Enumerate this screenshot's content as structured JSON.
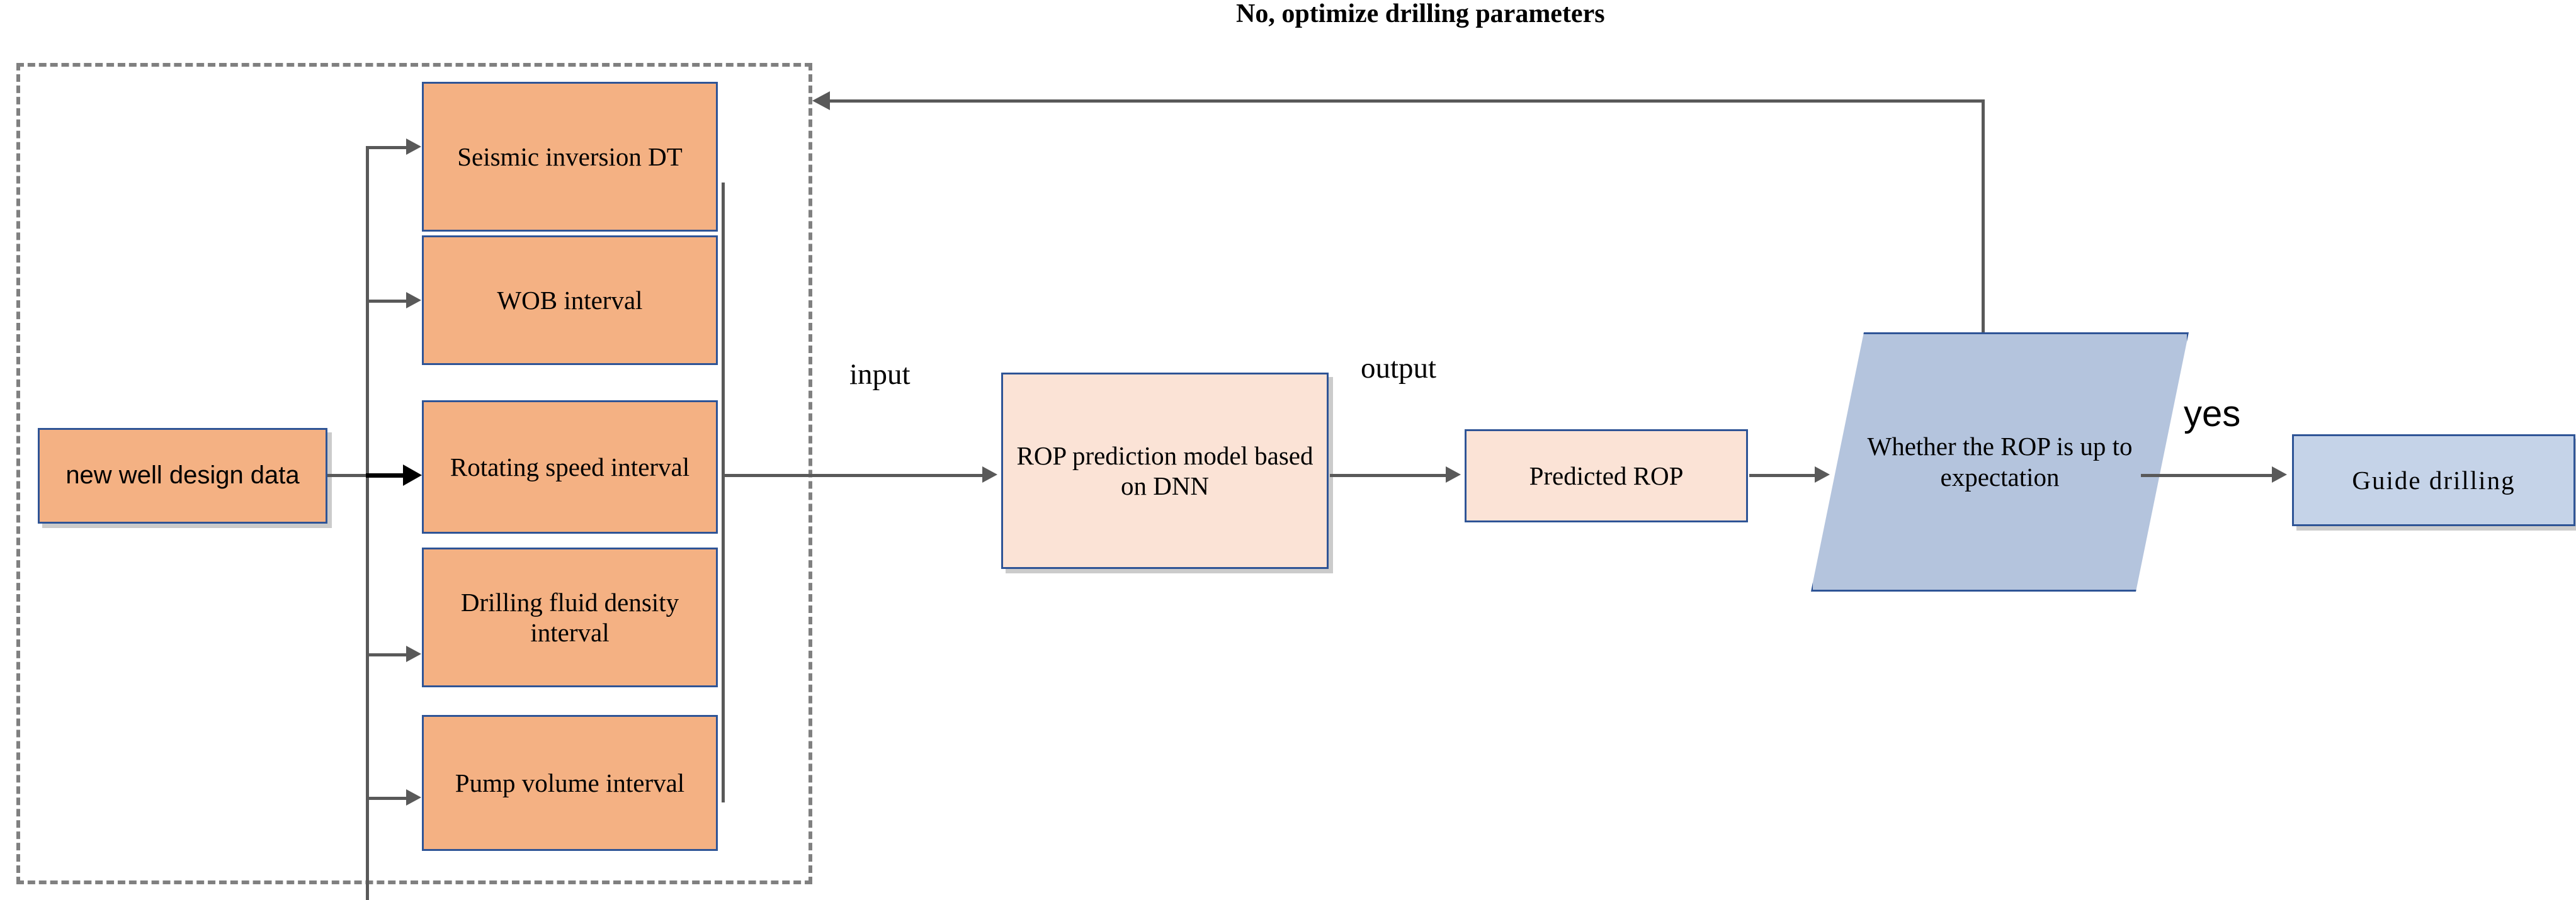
{
  "diagram": {
    "title_annotation": "No, optimize drilling parameters",
    "edge_labels": {
      "input": "input",
      "output": "output",
      "yes": "yes",
      "no": "No, optimize drilling parameters"
    },
    "input_node": {
      "label": "new well design data"
    },
    "parameter_group": {
      "items": [
        {
          "label": "Seismic inversion DT"
        },
        {
          "label": "WOB interval"
        },
        {
          "label": "Rotating speed interval"
        },
        {
          "label": "Drilling fluid density interval"
        },
        {
          "label": "Pump volume interval"
        }
      ]
    },
    "model_node": {
      "label": "ROP prediction model based on DNN"
    },
    "prediction_node": {
      "label": "Predicted ROP"
    },
    "decision_node": {
      "label": "Whether the ROP is up to expectation"
    },
    "terminal_node": {
      "label": "Guide drilling"
    },
    "colors": {
      "orange_fill": "#f4b183",
      "peach_fill": "#fbe3d6",
      "blue_fill": "#c5d3e8",
      "decision_fill": "#b4c4dd",
      "node_border": "#2e5496",
      "connector": "#595959",
      "dashed_border": "#808080"
    }
  }
}
